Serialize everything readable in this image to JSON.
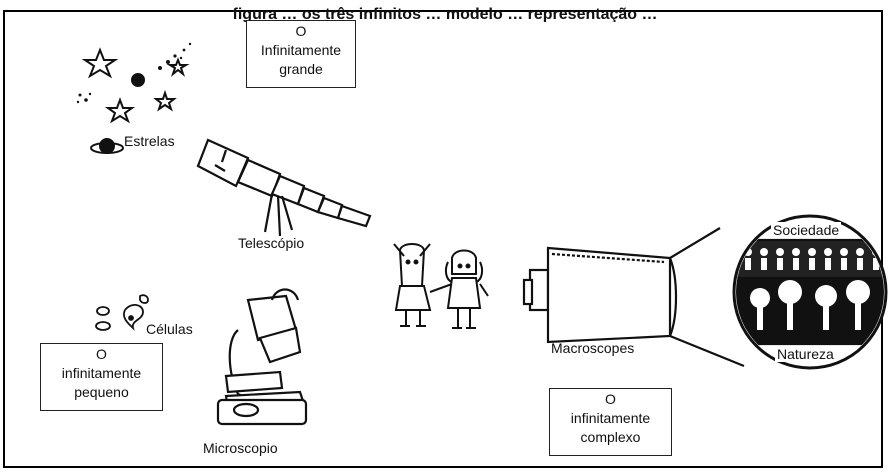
{
  "header": {
    "title": "figura … os três infinitos … modelo … representação …"
  },
  "boxes": {
    "grande": {
      "line1": "O",
      "line2": "Infinitamente",
      "line3": "grande"
    },
    "pequeno": {
      "line1": "O",
      "line2": "infinitamente",
      "line3": "pequeno"
    },
    "complexo": {
      "line1": "O",
      "line2": "infinitamente",
      "line3": "complexo"
    }
  },
  "labels": {
    "estrelas": "Estrelas",
    "telescopio": "Telescópio",
    "celulas": "Células",
    "microscopio": "Microscopio",
    "macroscopes": "Macroscopes",
    "sociedade": "Sociedade",
    "natureza": "Natureza"
  }
}
